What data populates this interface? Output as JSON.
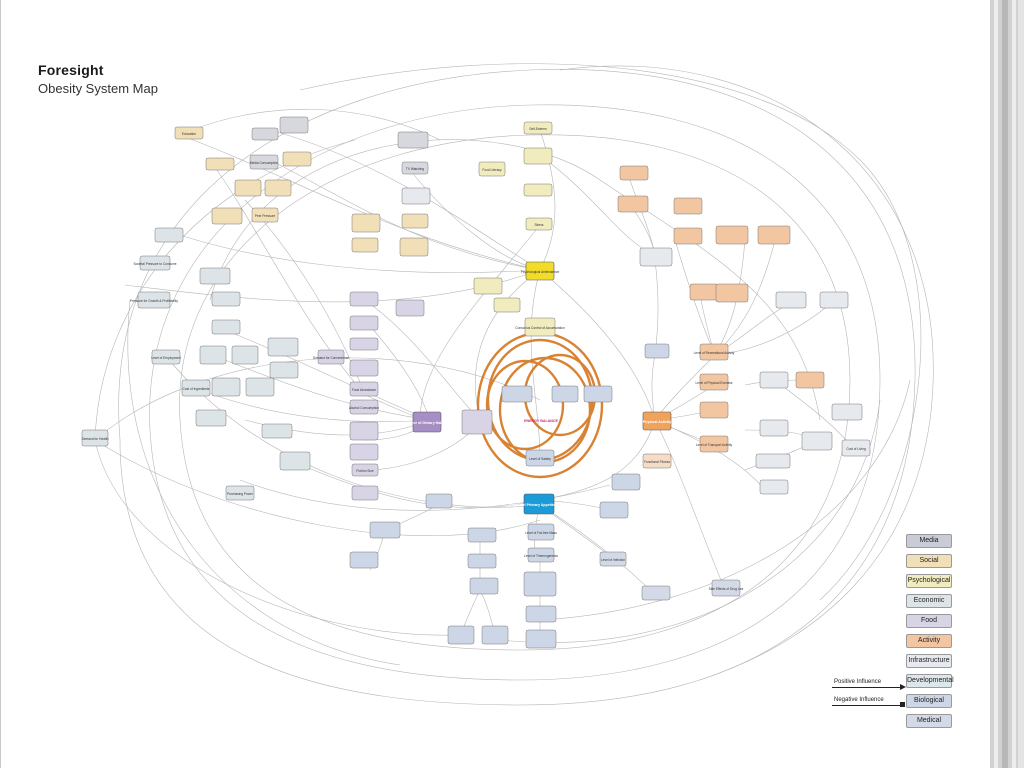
{
  "header": {
    "brand": "Foresight",
    "title": "Obesity System Map"
  },
  "legend": {
    "categories": [
      {
        "label": "Media",
        "color": "#c9ccd6"
      },
      {
        "label": "Social",
        "color": "#f1dfb8"
      },
      {
        "label": "Psychological",
        "color": "#f0ecbe"
      },
      {
        "label": "Economic",
        "color": "#dde4e8"
      },
      {
        "label": "Food",
        "color": "#d9d3e6"
      },
      {
        "label": "Activity",
        "color": "#f3c6a2"
      },
      {
        "label": "Infrastructure",
        "color": "#e6e9ee"
      },
      {
        "label": "Developmental",
        "color": "#dde6ea"
      },
      {
        "label": "Biological",
        "color": "#ccd6e6"
      },
      {
        "label": "Medical",
        "color": "#d3d9e6"
      }
    ],
    "positive": "Positive Influence",
    "negative": "Negative Influence"
  },
  "nodes": {
    "psych_ambivalence": "Psychological Ambivalence",
    "energy_balance": "ENERGY BALANCE",
    "physical_activity": "Physical Activity",
    "force_dietary": "Force of Dietary Habits",
    "appetite_control": "Degree of Primary Appetite Control",
    "level_employment": "Level of Employment",
    "education": "Education",
    "media_consumption": "Media Consumption",
    "tv_watching": "TV Watching",
    "food_literacy": "Food Literacy",
    "self_esteem": "Self-Esteem",
    "stress": "Stress",
    "demand_health": "Demand for Health",
    "food_abundance": "Food Abundance",
    "alcohol": "Alcohol Consumption",
    "level_recreational": "Level of Recreational Activity",
    "transport_activity": "Level of Transport Activity",
    "cost_ingredients": "Cost of Ingredients",
    "purchasing_power": "Purchasing Power",
    "portion_size": "Portion Size",
    "level_satiety": "Level of Satiety",
    "conscious_control": "Conscious Control of Accumulation",
    "peer_pressure": "Peer Pressure",
    "physical_exercise": "Level of Physical Exercise",
    "fat_free_mass": "Level of Fat-free Mass",
    "thermogenesis": "Level of Thermogenesis",
    "infection": "Level of Infection",
    "drug_use": "Side Effects of Drug Use",
    "functional_fitness": "Functional Fitness",
    "societal_pressure": "Societal Pressure to Consume",
    "convenience": "Demand for Convenience",
    "demand_growth": "Pressure for Growth & Profitability",
    "cost_of_living": "Cost of Living"
  }
}
